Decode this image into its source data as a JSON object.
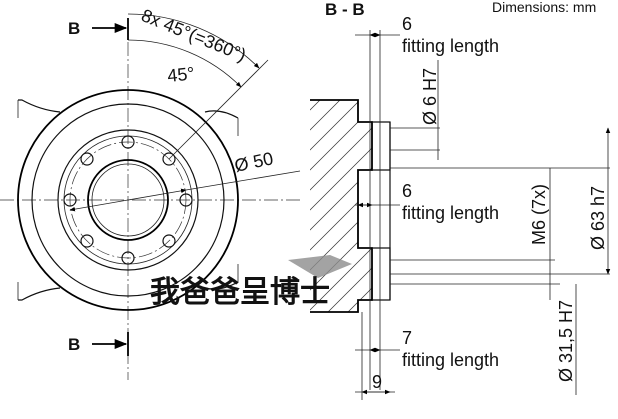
{
  "header": {
    "dimensions_note": "Dimensions: mm",
    "section_title": "B - B"
  },
  "front_view": {
    "section_mark_top": "B",
    "section_mark_bottom": "B",
    "angle_callout": "8x 45°(=360°)",
    "angle_single": "45°",
    "bolt_circle": "Ø 50"
  },
  "section_view": {
    "dim_top_value": "6",
    "dim_top_label": "fitting length",
    "dim_bore": "Ø 6 H7",
    "dim_mid_value": "6",
    "dim_mid_label": "fitting length",
    "dim_thread": "M6 (7x)",
    "dim_outer": "Ø 63 h7",
    "dim_hub": "Ø 31,5 H7",
    "dim_bottom_value": "7",
    "dim_bottom_label": "fitting length",
    "dim_width": "9"
  },
  "watermark": {
    "text": "我爸爸呈博士"
  }
}
